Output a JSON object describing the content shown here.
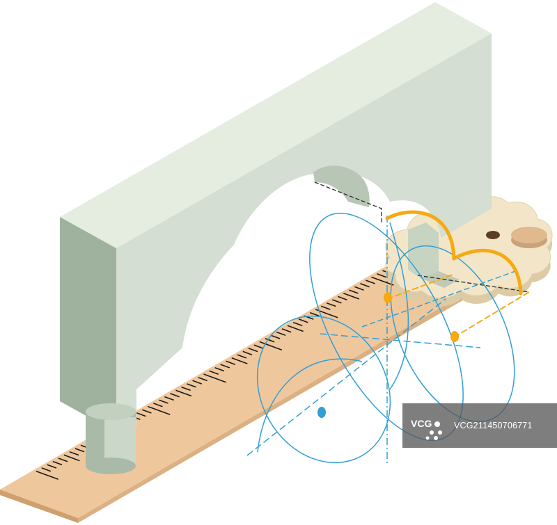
{
  "illustration": {
    "subject": "isometric-arch-ruler-compass-construction",
    "colors": {
      "arch_front": "#d4ded2",
      "arch_top": "#e5ede0",
      "arch_side": "#9fb29e",
      "arch_leg": "#a9bba8",
      "ruler": "#efc79d",
      "ruler_edge": "#cf9f6e",
      "ruler_ticks": "#1a1a1a",
      "cloud": "#f3e6c8",
      "cloud_shadow": "#dccba5",
      "construction_lines": "#2f9fd4",
      "highlight_arcs": "#f5aa12"
    }
  },
  "watermark": {
    "brand": "VCG",
    "id_text": "VCG211450706771"
  }
}
